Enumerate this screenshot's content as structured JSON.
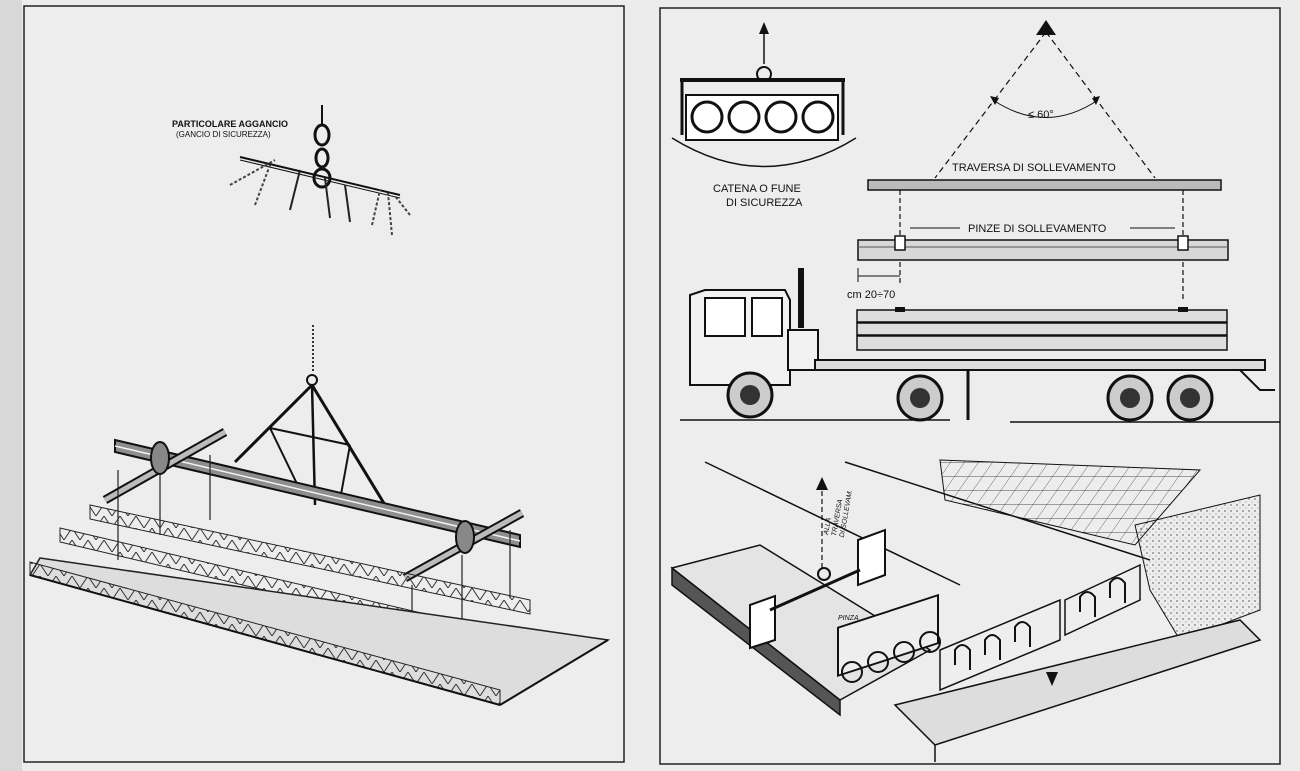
{
  "left_panel": {
    "detail_title": "PARTICOLARE AGGANCIO",
    "detail_subtitle": "(GANCIO DI SICUREZZA)"
  },
  "right_panel": {
    "safety_label_line1": "CATENA O FUNE",
    "safety_label_line2": "DI SICUREZZA",
    "angle_label": "≤ 60°",
    "beam_label": "TRAVERSA DI SOLLEVAMENTO",
    "clamps_label": "PINZE DI SOLLEVAMENTO",
    "distance_label": "cm 20÷70",
    "arrow_label_line1": "ALLA",
    "arrow_label_line2": "TRAVERSA",
    "arrow_label_line3": "DI SOLLEVAM.",
    "clamp_label": "PINZA"
  },
  "colors": {
    "ink": "#111111",
    "paper": "#ececec",
    "concrete": "#c9c9c9"
  }
}
